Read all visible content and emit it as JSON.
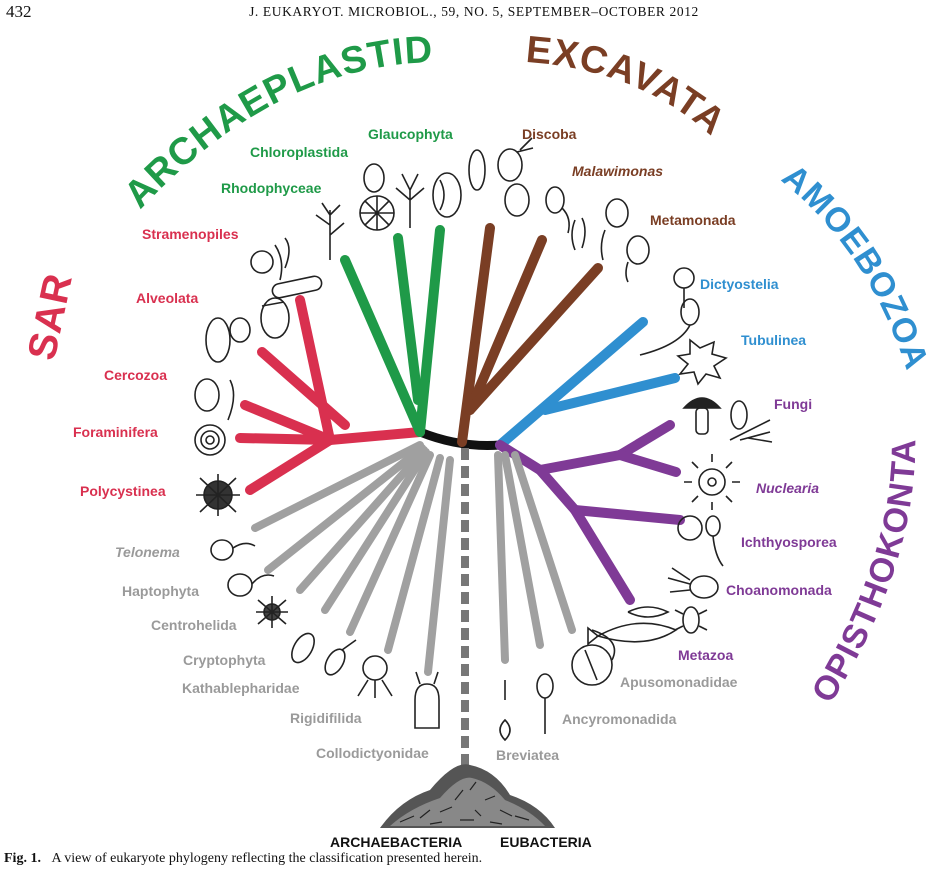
{
  "header": {
    "page_number": "432",
    "journal": "J. EUKARYOT. MICROBIOL., 59, NO. 5, SEPTEMBER–OCTOBER 2012"
  },
  "colors": {
    "sar": "#d9304f",
    "archaeplastida": "#1f9a48",
    "excavata": "#7a3e24",
    "amoebozoa": "#2f8fd0",
    "opisthokonta": "#7f3a96",
    "unassigned": "#a0a0a0",
    "backbone": "#111111"
  },
  "supergroups": {
    "sar": "SAR",
    "archaeplastida": "ARCHAEPLASTIDA",
    "excavata": "EXCAVATA",
    "amoebozoa": "AMOEBOZOA",
    "opisthokonta": "OPISTHOKONTA"
  },
  "taxa": {
    "stramenopiles": "Stramenopiles",
    "alveolata": "Alveolata",
    "cercozoa": "Cercozoa",
    "foraminifera": "Foraminifera",
    "polycystinea": "Polycystinea",
    "rhodophyceae": "Rhodophyceae",
    "chloroplastida": "Chloroplastida",
    "glaucophyta": "Glaucophyta",
    "discoba": "Discoba",
    "malawimonas": "Malawimonas",
    "metamonada": "Metamonada",
    "dictyostelia": "Dictyostelia",
    "tubulinea": "Tubulinea",
    "fungi": "Fungi",
    "nuclearia": "Nuclearia",
    "ichthyosporea": "Ichthyosporea",
    "choanomonada": "Choanomonada",
    "metazoa": "Metazoa",
    "telonema": "Telonema",
    "haptophyta": "Haptophyta",
    "centrohelida": "Centrohelida",
    "cryptophyta": "Cryptophyta",
    "kathablepharidae": "Kathablepharidae",
    "rigidifilida": "Rigidifilida",
    "collodictyonidae": "Collodictyonidae",
    "breviatea": "Breviatea",
    "ancyromonadida": "Ancyromonadida",
    "apusomonadidae": "Apusomonadidae"
  },
  "roots": {
    "archaebacteria": "ARCHAEBACTERIA",
    "eubacteria": "EUBACTERIA"
  },
  "caption": {
    "label": "Fig. 1.",
    "text": "A view of eukaryote phylogeny reflecting the classification presented herein."
  }
}
